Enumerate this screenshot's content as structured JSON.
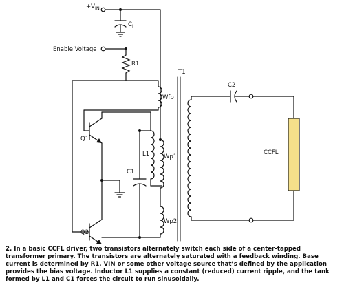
{
  "diagram": {
    "labels": {
      "vin": "+V",
      "vin_sub": "IN",
      "c_input": "C",
      "c_input_sub": "I",
      "enable": "Enable Voltage",
      "r1": "R1",
      "t1": "T1",
      "wfb": "Wfb",
      "q1": "Q1",
      "q2": "Q2",
      "l1": "L1",
      "wp1": "Wp1",
      "wp2": "Wp2",
      "c1": "C1",
      "c2": "C2",
      "ccfl": "CCFL"
    },
    "colors": {
      "wire": "#111111",
      "lamp_fill": "#f5e08a",
      "lamp_stroke": "#222222"
    }
  },
  "caption": {
    "number": "2.",
    "text": "In a basic CCFL driver, two transistors alternately switch each side of a center-tapped transformer primary. The transistors are alternately saturated with a feedback winding. Base current is determined by R1. VIN or some other voltage source that’s defined by the application provides the bias voltage. Inductor L1 supplies a constant (reduced) current ripple, and the tank formed by L1 and C1 forces the circuit to run sinusoidally."
  }
}
